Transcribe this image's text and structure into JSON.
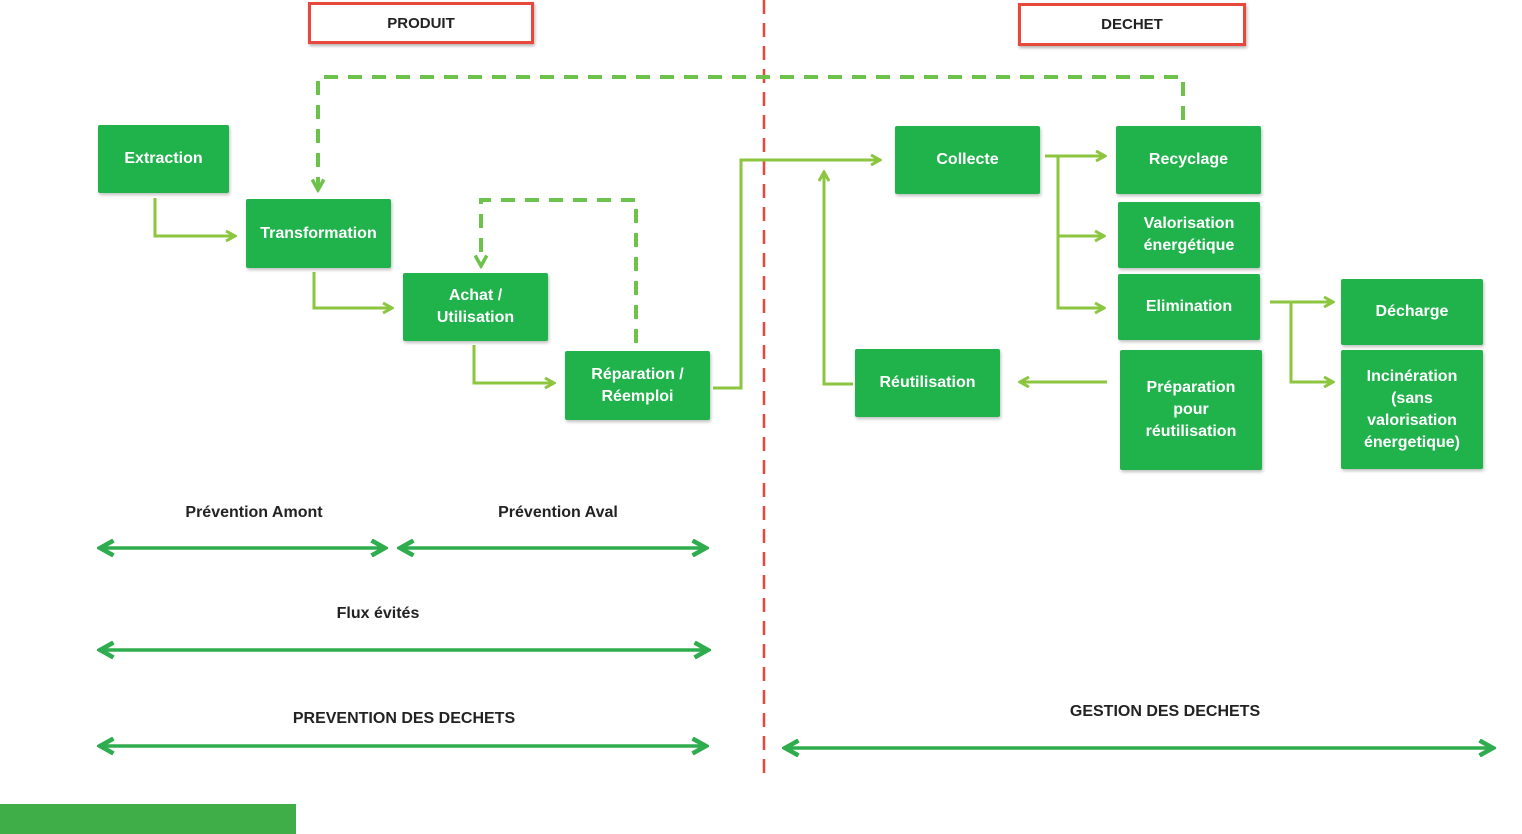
{
  "headers": {
    "produit": "PRODUIT",
    "dechet": "DECHET"
  },
  "product_nodes": {
    "extraction": "Extraction",
    "transformation": "Transformation",
    "achat_line1": "Achat /",
    "achat_line2": "Utilisation",
    "reparation_line1": "Réparation /",
    "reparation_line2": "Réemploi"
  },
  "waste_nodes": {
    "collecte": "Collecte",
    "recyclage": "Recyclage",
    "valorisation_line1": "Valorisation",
    "valorisation_line2": "énergétique",
    "elimination": "Elimination",
    "decharge": "Décharge",
    "incineration_lines": [
      "Incinération",
      "(sans",
      "valorisation",
      "énergetique)"
    ],
    "reutilisation": "Réutilisation",
    "preparation_lines": [
      "Préparation",
      "pour",
      "réutilisation"
    ]
  },
  "scopes": {
    "prevention_amont": "Prévention Amont",
    "prevention_aval": "Prévention Aval",
    "flux_evites": "Flux évités",
    "prevention_dechets": "PREVENTION DES DECHETS",
    "gestion_dechets": "GESTION DES DECHETS"
  },
  "colors": {
    "box": "#20b24b",
    "solid_arrow": "#8cc63f",
    "dashed_arrow": "#6cc24a",
    "range_arrow": "#2fad4e",
    "divider": "#e8473c",
    "header_border": "#e8473c"
  }
}
